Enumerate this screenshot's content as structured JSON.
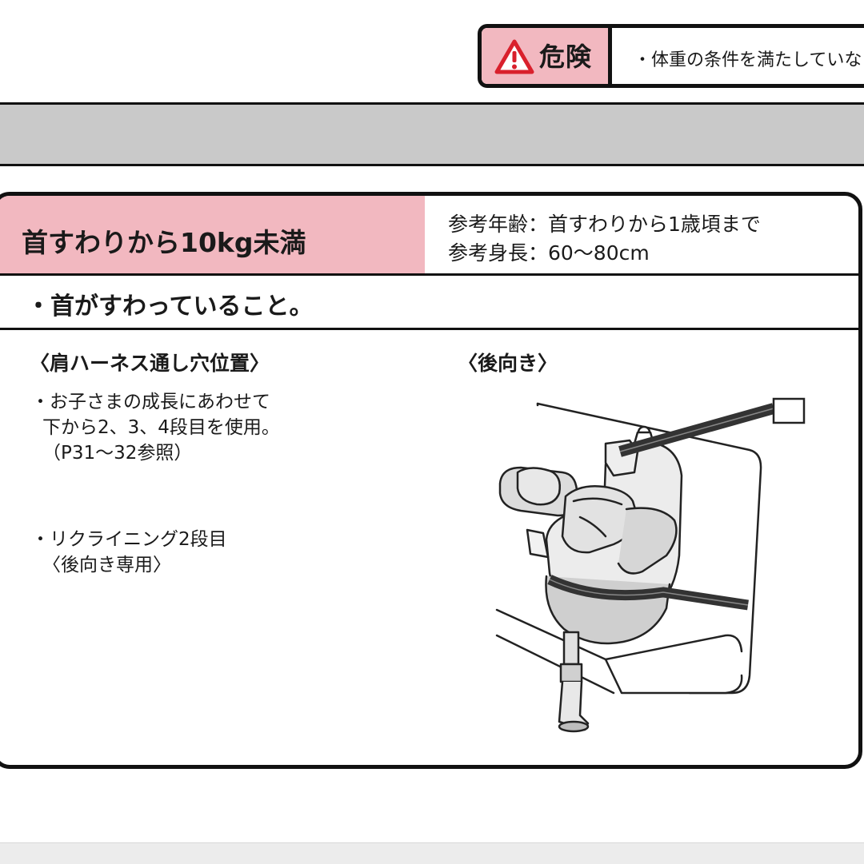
{
  "danger": {
    "label": "危険",
    "text": "・体重の条件を満たしていな"
  },
  "card": {
    "title": "首すわりから10kg未満",
    "reference_age": "参考年齢：首すわりから1歳頃まで",
    "reference_height": "参考身長：60〜80cm",
    "condition": "・首がすわっていること。",
    "left_heading": "〈肩ハーネス通し穴位置〉",
    "right_heading": "〈後向き〉",
    "harness_note": {
      "line1": "・お子さまの成長にあわせて",
      "line2": "下から2、3、4段目を使用。",
      "line3": "（P31〜32参照）"
    },
    "recline_note": {
      "line1": "・リクライニング2段目",
      "line2": "〈後向き専用〉"
    }
  },
  "colors": {
    "accent_pink": "#f2b8c0",
    "band_gray": "#c9c9c9",
    "warning_red": "#d9202c",
    "border": "#111111"
  },
  "icons": [
    "warning-triangle-icon"
  ]
}
